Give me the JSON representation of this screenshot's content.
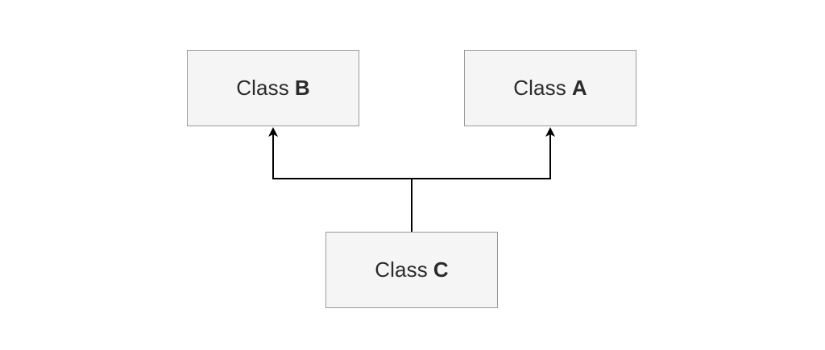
{
  "diagram": {
    "nodes": {
      "b": {
        "prefix": "Class",
        "letter": "B"
      },
      "a": {
        "prefix": "Class",
        "letter": "A"
      },
      "c": {
        "prefix": "Class",
        "letter": "C"
      }
    },
    "edges": [
      {
        "from": "c",
        "to": "b",
        "arrow": "open-arrowhead"
      },
      {
        "from": "c",
        "to": "a",
        "arrow": "open-arrowhead"
      }
    ]
  },
  "colors": {
    "node_fill": "#f5f5f5",
    "node_border": "#9a9a9a",
    "edge": "#000000",
    "text": "#2b2b2b"
  }
}
